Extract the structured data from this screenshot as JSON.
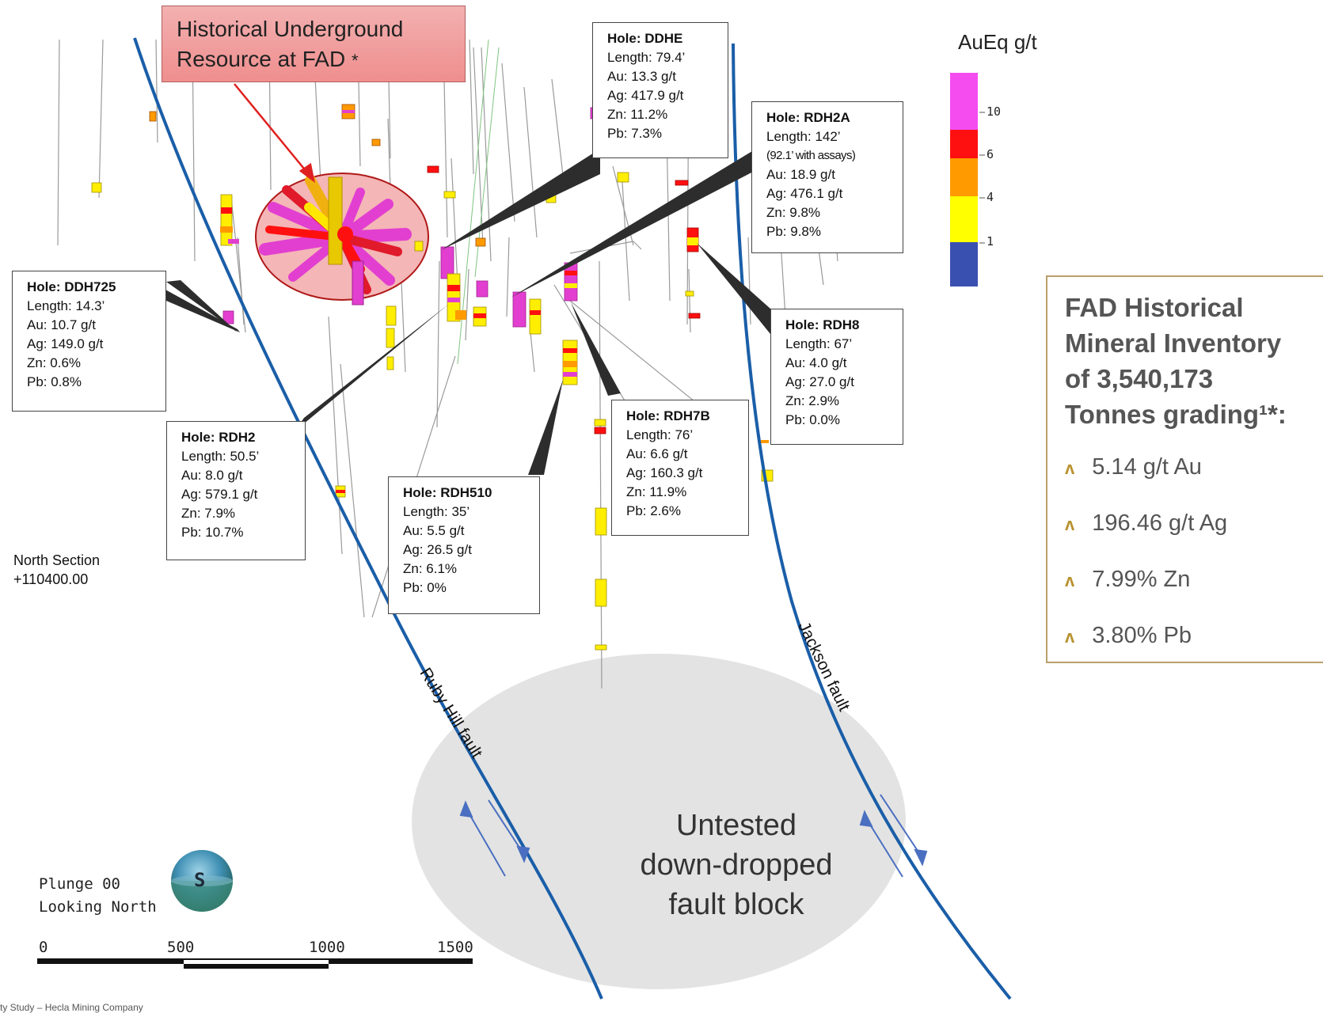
{
  "historical_label": {
    "line1": "Historical Underground",
    "line2": "Resource at FAD",
    "star": "*"
  },
  "legend": {
    "title": "AuEq g/t",
    "ticks": [
      "10",
      "6",
      "4",
      "1"
    ],
    "colors": [
      "#f54cf0",
      "#ff1010",
      "#ff9a00",
      "#ffff00",
      "#3a50b0"
    ]
  },
  "holes": [
    {
      "name": "Hole: DDHE",
      "lines": [
        "Length: 79.4’",
        "Au: 13.3 g/t",
        "Ag: 417.9 g/t",
        "Zn: 11.2%",
        "Pb: 7.3%"
      ]
    },
    {
      "name": "Hole: RDH2A",
      "lines": [
        "Length: 142’",
        "(92.1’ with assays)",
        "Au: 18.9 g/t",
        "Ag: 476.1 g/t",
        "Zn: 9.8%",
        "Pb: 9.8%"
      ]
    },
    {
      "name": "Hole: DDH725",
      "lines": [
        "Length: 14.3’",
        "Au: 10.7 g/t",
        "Ag: 149.0 g/t",
        "Zn: 0.6%",
        "Pb: 0.8%"
      ]
    },
    {
      "name": "Hole: RDH8",
      "lines": [
        "Length: 67’",
        "Au: 4.0 g/t",
        "Ag: 27.0 g/t",
        "Zn: 2.9%",
        "Pb: 0.0%"
      ]
    },
    {
      "name": "Hole: RDH7B",
      "lines": [
        "Length: 76’",
        "Au: 6.6 g/t",
        "Ag: 160.3 g/t",
        "Zn: 11.9%",
        "Pb: 2.6%"
      ]
    },
    {
      "name": "Hole: RDH2",
      "lines": [
        "Length: 50.5’",
        "Au: 8.0 g/t",
        "Ag: 579.1 g/t",
        "Zn: 7.9%",
        "Pb: 10.7%"
      ]
    },
    {
      "name": "Hole: RDH510",
      "lines": [
        "Length: 35’",
        "Au: 5.5 g/t",
        "Ag: 26.5 g/t",
        "Zn: 6.1%",
        "Pb: 0%"
      ]
    }
  ],
  "inventory": {
    "title_lines": [
      "FAD Historical",
      "Mineral Inventory",
      "of 3,540,173",
      "Tonnes grading¹*:"
    ],
    "bullet": "ʌ",
    "items": [
      "5.14 g/t Au",
      "196.46 g/t Ag",
      "7.99% Zn",
      "3.80% Pb"
    ]
  },
  "section": {
    "line1": "North Section",
    "line2": "+110400.00"
  },
  "faults": {
    "ruby": "Ruby Hill fault",
    "jackson": "Jackson fault"
  },
  "untested": {
    "line1": "Untested",
    "line2": "down-dropped",
    "line3": "fault block"
  },
  "view": {
    "plunge": "Plunge 00",
    "looking": "Looking North",
    "compass_letter": "S"
  },
  "scale": {
    "ticks": [
      "0",
      "500",
      "1000",
      "1500"
    ]
  },
  "footer": "ty Study – Hecla Mining Company"
}
